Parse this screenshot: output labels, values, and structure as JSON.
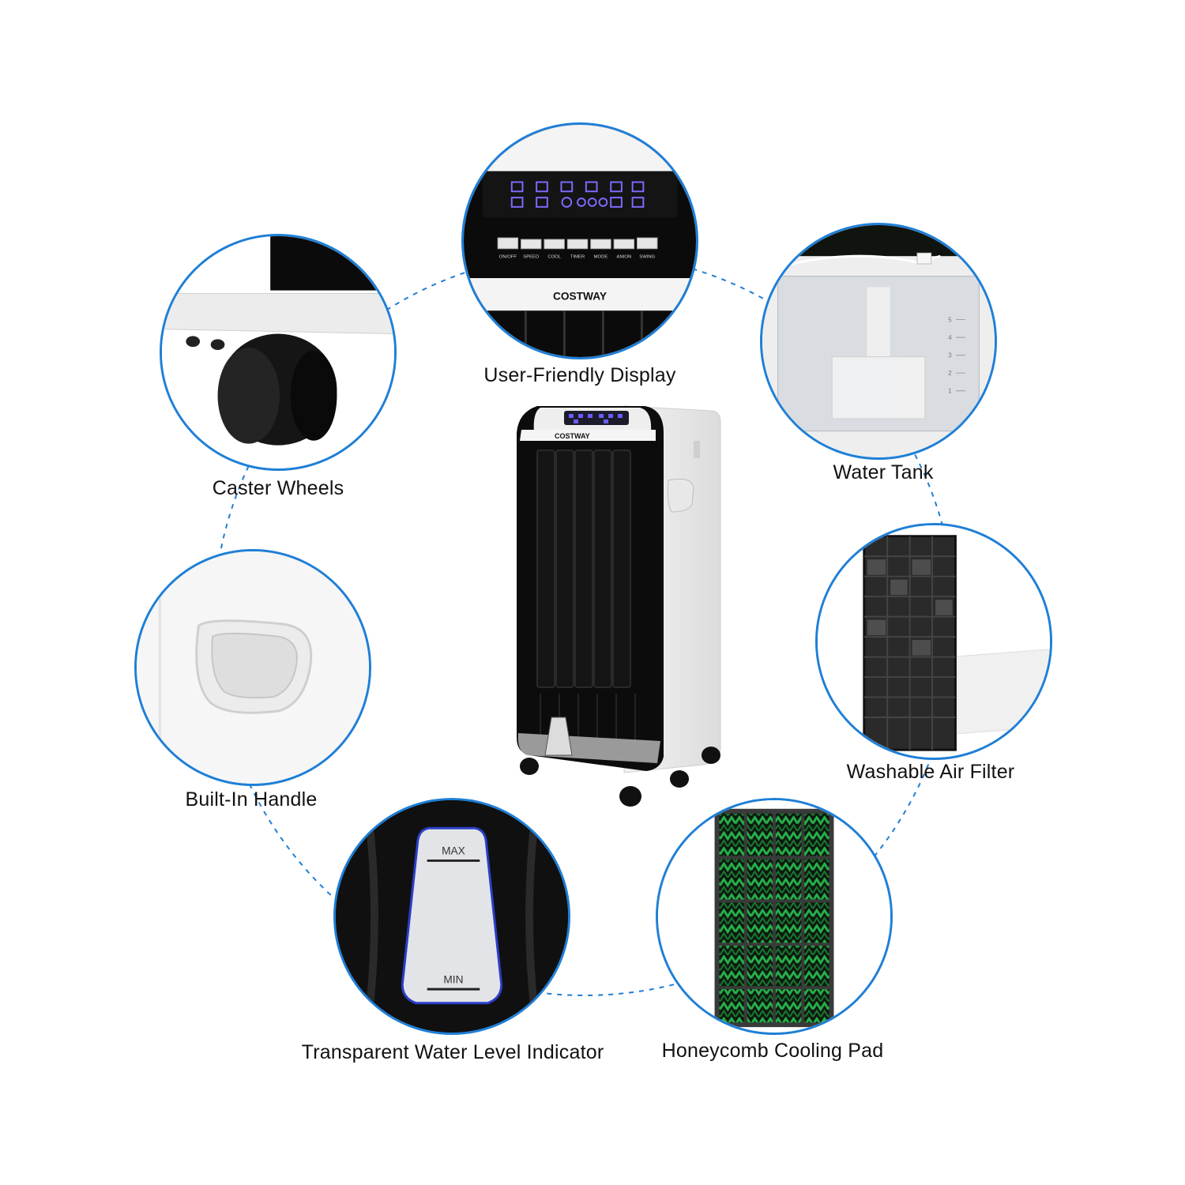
{
  "features": {
    "display": {
      "caption": "User-Friendly Display",
      "icon": "control-panel-icon"
    },
    "wheels": {
      "caption": "Caster Wheels",
      "icon": "caster-wheel-icon"
    },
    "tank": {
      "caption": "Water Tank",
      "icon": "water-tank-icon"
    },
    "handle": {
      "caption": "Built-In Handle",
      "icon": "handle-icon"
    },
    "filter": {
      "caption": "Washable Air Filter",
      "icon": "air-filter-icon"
    },
    "indicator": {
      "caption": "Transparent Water Level Indicator",
      "icon": "water-level-indicator-icon"
    },
    "pad": {
      "caption": "Honeycomb Cooling Pad",
      "icon": "cooling-pad-icon"
    }
  },
  "brand": "COSTWAY",
  "control_buttons": [
    "ON/OFF",
    "SPEED",
    "COOL",
    "TIMER",
    "MODE",
    "ANION",
    "SWING"
  ],
  "level_marks": {
    "max": "MAX",
    "min": "MIN"
  },
  "tank_scale": [
    "5",
    "4",
    "3",
    "2",
    "1"
  ],
  "colors": {
    "ring": "#1f7fd6",
    "body": "#0b0b0b",
    "display_glow": "#5b4cff",
    "pad_green": "#1f9e3a"
  }
}
